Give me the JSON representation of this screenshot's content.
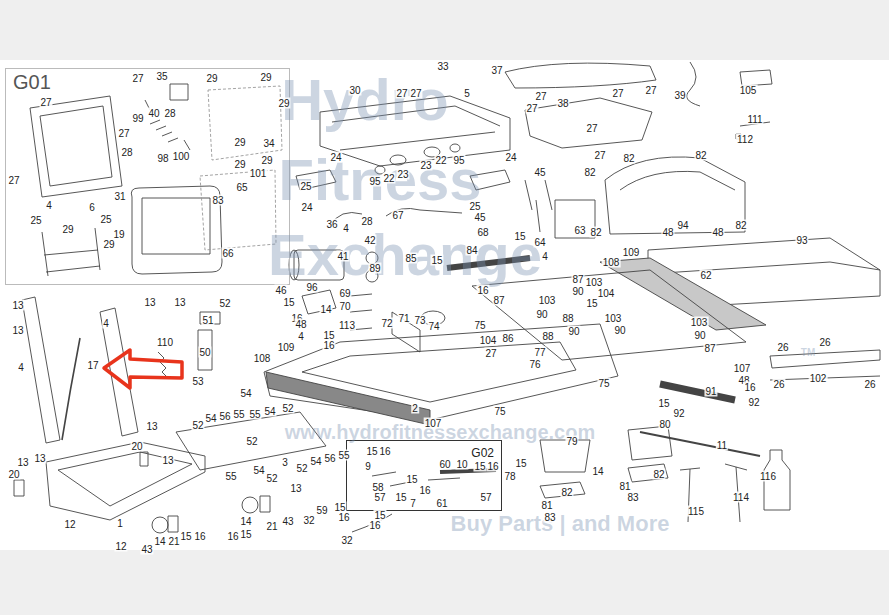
{
  "diagram": {
    "nodes": [
      {
        "text": [
          "G01"
        ]
      },
      {
        "text": [
          "G02"
        ]
      }
    ],
    "labels": [
      "27",
      "35",
      "29",
      "29",
      "29",
      "27",
      "27",
      "99",
      "40",
      "28",
      "28",
      "98",
      "100",
      "29",
      "34",
      "29",
      "29",
      "101",
      "27",
      "31",
      "4",
      "6",
      "25",
      "25",
      "29",
      "19",
      "29",
      "83",
      "65",
      "66",
      "33",
      "37",
      "39",
      "105",
      "30",
      "27",
      "27",
      "5",
      "27",
      "27",
      "27",
      "38",
      "27",
      "24",
      "24",
      "27",
      "27",
      "82",
      "82",
      "111",
      "112",
      "95",
      "22",
      "23",
      "23",
      "22",
      "95",
      "25",
      "45",
      "82",
      "24",
      "25",
      "45",
      "36",
      "28",
      "67",
      "68",
      "15",
      "64",
      "63",
      "82",
      "48",
      "94",
      "48",
      "82",
      "93",
      "4",
      "42",
      "41",
      "89",
      "85",
      "15",
      "84",
      "16",
      "4",
      "109",
      "108",
      "62",
      "87",
      "87",
      "90",
      "103",
      "104",
      "15",
      "103",
      "90",
      "88",
      "90",
      "103",
      "90",
      "103",
      "90",
      "87",
      "88",
      "46",
      "96",
      "15",
      "16",
      "69",
      "70",
      "14",
      "48",
      "113",
      "72",
      "71",
      "73",
      "74",
      "15",
      "4",
      "16",
      "109",
      "108",
      "75",
      "104",
      "86",
      "27",
      "77",
      "76",
      "26",
      "26",
      "107",
      "48",
      "102",
      "26",
      "26",
      "17",
      "110",
      "51",
      "52",
      "50",
      "53",
      "54",
      "2",
      "107",
      "75",
      "75",
      "91",
      "15",
      "92",
      "16",
      "92",
      "13",
      "13",
      "13",
      "13",
      "4",
      "4",
      "52",
      "54",
      "56",
      "55",
      "55",
      "54",
      "52",
      "52",
      "13",
      "20",
      "13",
      "13",
      "13",
      "20",
      "3",
      "52",
      "54",
      "55",
      "52",
      "54",
      "56",
      "55",
      "13",
      "1",
      "12",
      "12",
      "43",
      "14",
      "21",
      "15",
      "16",
      "16",
      "15",
      "14",
      "21",
      "43",
      "32",
      "59",
      "15",
      "16",
      "15",
      "16",
      "32",
      "15",
      "16",
      "9",
      "60",
      "10",
      "15",
      "16",
      "15",
      "58",
      "16",
      "57",
      "15",
      "7",
      "61",
      "57",
      "78",
      "15",
      "79",
      "82",
      "81",
      "83",
      "14",
      "80",
      "82",
      "81",
      "83",
      "11",
      "115",
      "114",
      "116",
      "Hydro",
      "Fitness",
      "Exchange",
      "TM",
      "www.hydrofitnessexchange.com",
      "Buy Parts | and More"
    ]
  }
}
